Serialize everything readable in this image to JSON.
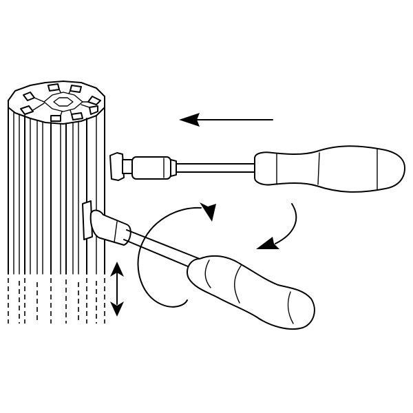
{
  "diagram": {
    "components": [
      "aluminum-extrusion-profile",
      "t-slot-nut-insert",
      "screwdriver"
    ],
    "steps": [
      "insert-screwdriver",
      "rotate-to-lock"
    ],
    "stroke_color": "#000000",
    "background_color": "#ffffff"
  }
}
